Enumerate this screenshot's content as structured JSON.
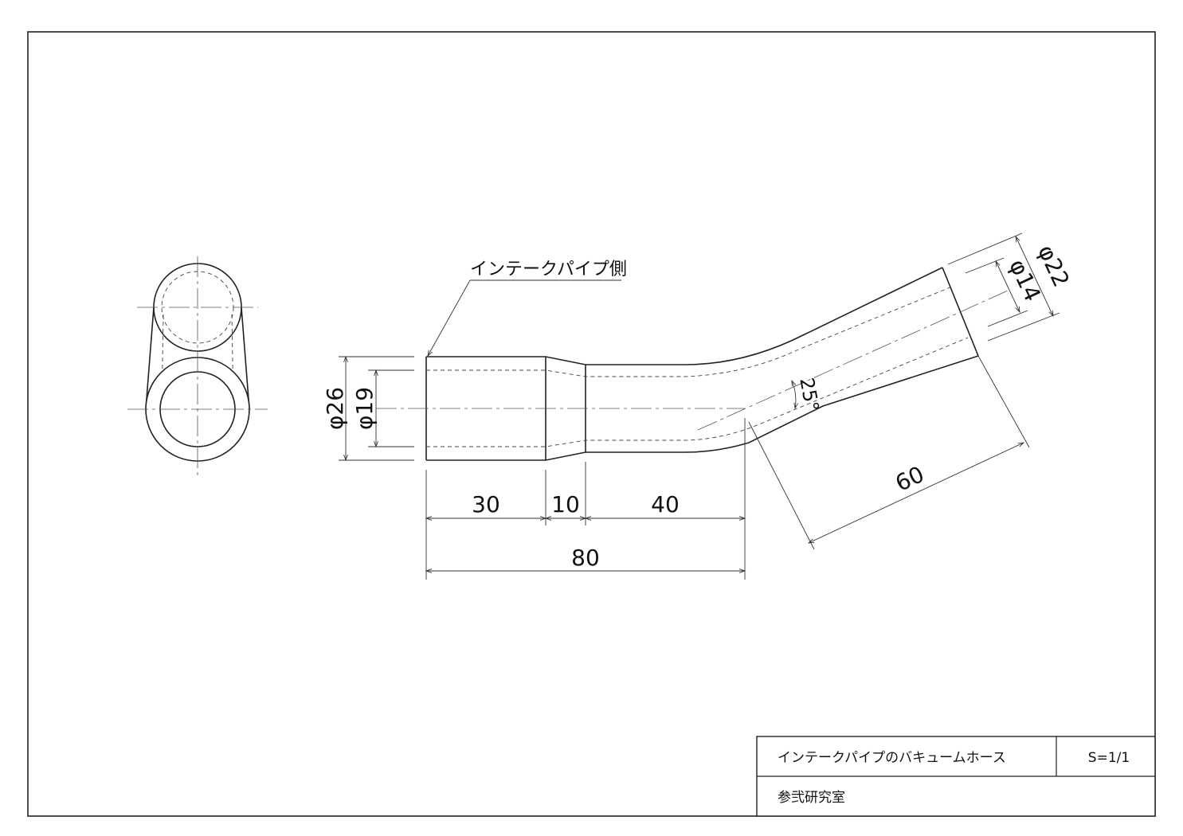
{
  "callout": {
    "intake_side": "インテークパイプ側"
  },
  "dimensions": {
    "dia_outer_left": "φ26",
    "dia_inner_left": "φ19",
    "dia_outer_right": "φ22",
    "dia_inner_right": "φ14",
    "angle": "25°",
    "len_30": "30",
    "len_10": "10",
    "len_40": "40",
    "len_80": "80",
    "len_60": "60"
  },
  "title_block": {
    "title": "インテークパイプのバキュームホース",
    "scale": "S=1/1",
    "author": "参弐研究室"
  }
}
